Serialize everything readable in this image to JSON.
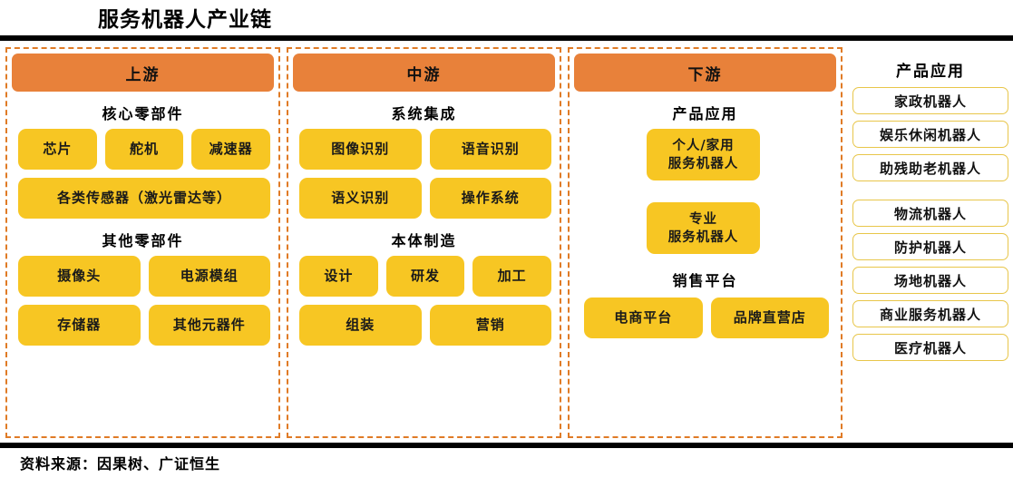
{
  "title": "服务机器人产业链",
  "source_note": "资料来源：因果树、广证恒生",
  "colors": {
    "header_orange": "#E8813A",
    "box_yellow": "#F7C623",
    "dashed_border": "#E07B26",
    "app_border": "#E8C64A",
    "rule_black": "#000000"
  },
  "tiers": [
    {
      "key": "upstream",
      "header": "上游",
      "groups": [
        {
          "title": "核心零部件",
          "rows": [
            [
              "芯片",
              "舵机",
              "减速器"
            ],
            [
              "各类传感器（激光雷达等）"
            ]
          ]
        },
        {
          "title": "其他零部件",
          "rows": [
            [
              "摄像头",
              "电源模组"
            ],
            [
              "存储器",
              "其他元器件"
            ]
          ]
        }
      ]
    },
    {
      "key": "midstream",
      "header": "中游",
      "groups": [
        {
          "title": "系统集成",
          "rows": [
            [
              "图像识别",
              "语音识别"
            ],
            [
              "语义识别",
              "操作系统"
            ]
          ]
        },
        {
          "title": "本体制造",
          "rows": [
            [
              "设计",
              "研发",
              "加工"
            ],
            [
              "组装",
              "营销"
            ]
          ]
        }
      ]
    },
    {
      "key": "downstream",
      "header": "下游",
      "groups": [
        {
          "title": "产品应用",
          "boxes": [
            "个人/家用\n服务机器人",
            "专业\n服务机器人"
          ]
        },
        {
          "title": "销售平台",
          "rows": [
            [
              "电商平台",
              "品牌直营店"
            ]
          ]
        }
      ]
    }
  ],
  "applications": {
    "title": "产品应用",
    "group_a": [
      "家政机器人",
      "娱乐休闲机器人",
      "助残助老机器人"
    ],
    "group_b": [
      "物流机器人",
      "防护机器人",
      "场地机器人",
      "商业服务机器人",
      "医疗机器人"
    ]
  }
}
